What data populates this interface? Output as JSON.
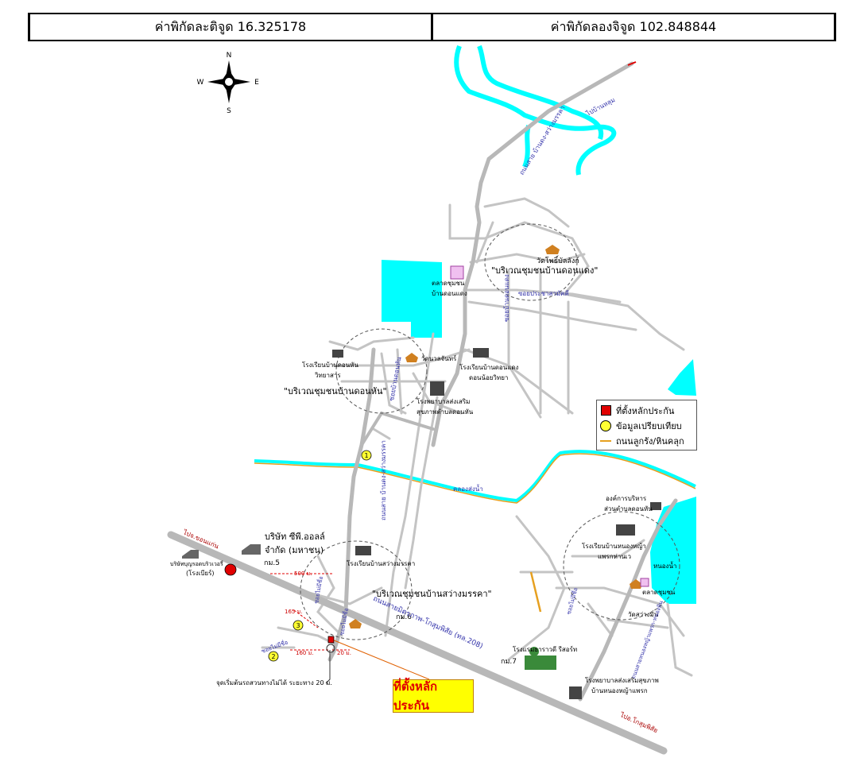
{
  "header": {
    "latitude": "ค่าพิกัดละติจูด 16.325178",
    "longitude": "ค่าพิกัดลองจิจูด 102.848844"
  },
  "compass": {
    "n": "N",
    "s": "S",
    "e": "E",
    "w": "W"
  },
  "legend": {
    "item1": "ที่ตั้งหลักประกัน",
    "item2": "ข้อมูลเปรียบเทียบ",
    "item3": "ถนนลูกรัง/หินคลุก",
    "colors": {
      "collateral": "#e00000",
      "comparable": "#ffff33",
      "gravel_road": "#e6a020"
    }
  },
  "location_box": "ที่ตั้งหลักประกัน",
  "colors": {
    "water": "#00ffff",
    "road": "#c0c0c0",
    "highway": "#b4b4b4"
  },
  "labels": {
    "road_to_top": "ไปบ้านหลุม",
    "road_east_name": "ถนนสาย บ้านดง-สว่างมรรคา",
    "road_north_name": "ถนนสาย บ้านดง-สว่างมรรคา",
    "village_dondaeng": "\"บริเวณชุมชนบ้านดอนแดง\"",
    "temple_pho": "วัดโพธิ์บัลลังก์",
    "market": "ตลาดชุมชน",
    "market_2": "บ้านดอนแดง",
    "road_soi_1": "ซอยบ้านดอนแดง",
    "road_soi_2": "ซอยประชาสามัคคี",
    "village_donhan": "\"บริเวณชุมชนบ้านดอนหัน\"",
    "school_donhan": "โรงเรียนบ้านดอนหัน",
    "school_donhan_2": "วิทยาสาร",
    "temple_donhan": "วัดนวลจันทร์",
    "school_dondaeng": "โรงเรียนบ้านดอนแดง",
    "school_dondaeng_2": "ดอนน้อยวิทยา",
    "hospital_1": "โรงพยาบาลส่งเสริม",
    "hospital_1b": "สุขภาพตำบลดอนหัน",
    "soi_donhan": "ซอยบ้านดอนหัน",
    "canal": "คลองส่งน้ำ",
    "highway_name": "ถนนสายมิตรภาพ-โกสุมพิสัย (ทล.208)",
    "to_khonkaen": "ไปจ.ขอนแก่น",
    "to_kosum": "ไปอ.โกสุมพิสัย",
    "company_1": "บริษัท ซีพี.ออลล์",
    "company_1b": "จำกัด (มหาชน)",
    "km5": "กม.5",
    "company_2": "บริษัทบุญรอดบริวเวอรี่",
    "company_2b": "(โรงเบียร์)",
    "village_sawang": "\"บริเวณชุมชนบ้านสว่างมรรคา\"",
    "school_sawang": "โรงเรียนบ้านสว่างมรรคา",
    "km6": "กม.6",
    "dist_500": "500 ม.",
    "dist_165": "165 ม.",
    "dist_160": "160 ม.",
    "dist_20": "20 ม.",
    "soi_a": "ซอยไม่มีชื่อ",
    "soi_b": "ซอยไม่มีชื่อ",
    "soi_c": "ซอยไม่มีชื่อ",
    "start_note": "จุดเริ่มต้นรถสวนทางไม่ได้ ระยะทาง 20 ม.",
    "hotel": "โรงแรมธาราวดี รีสอร์ท",
    "km7": "กม.7",
    "sao_1": "องค์การบริหาร",
    "sao_2": "ส่วนตำบลดอนหัน",
    "school_nongya": "โรงเรียนบ้านหนองหญ้า",
    "school_nongya_2": "แพรกห่านเว",
    "pond": "หนองน้ำ",
    "market_2b": "ตลาดชุมชน",
    "temple_sawang": "วัดสว่างมั่น",
    "hospital_2": "โรงพยาบาลส่งเสริมสุขภาพ",
    "hospital_2b": "บ้านหนองหญ้าแพรก",
    "road_nongya": "ถนนสายหนองหญ้าแพรก-หนองหิน",
    "soi_nongya": "ซอยไม่มีชื่อ",
    "marker1": "1",
    "marker2": "2",
    "marker3": "3"
  }
}
